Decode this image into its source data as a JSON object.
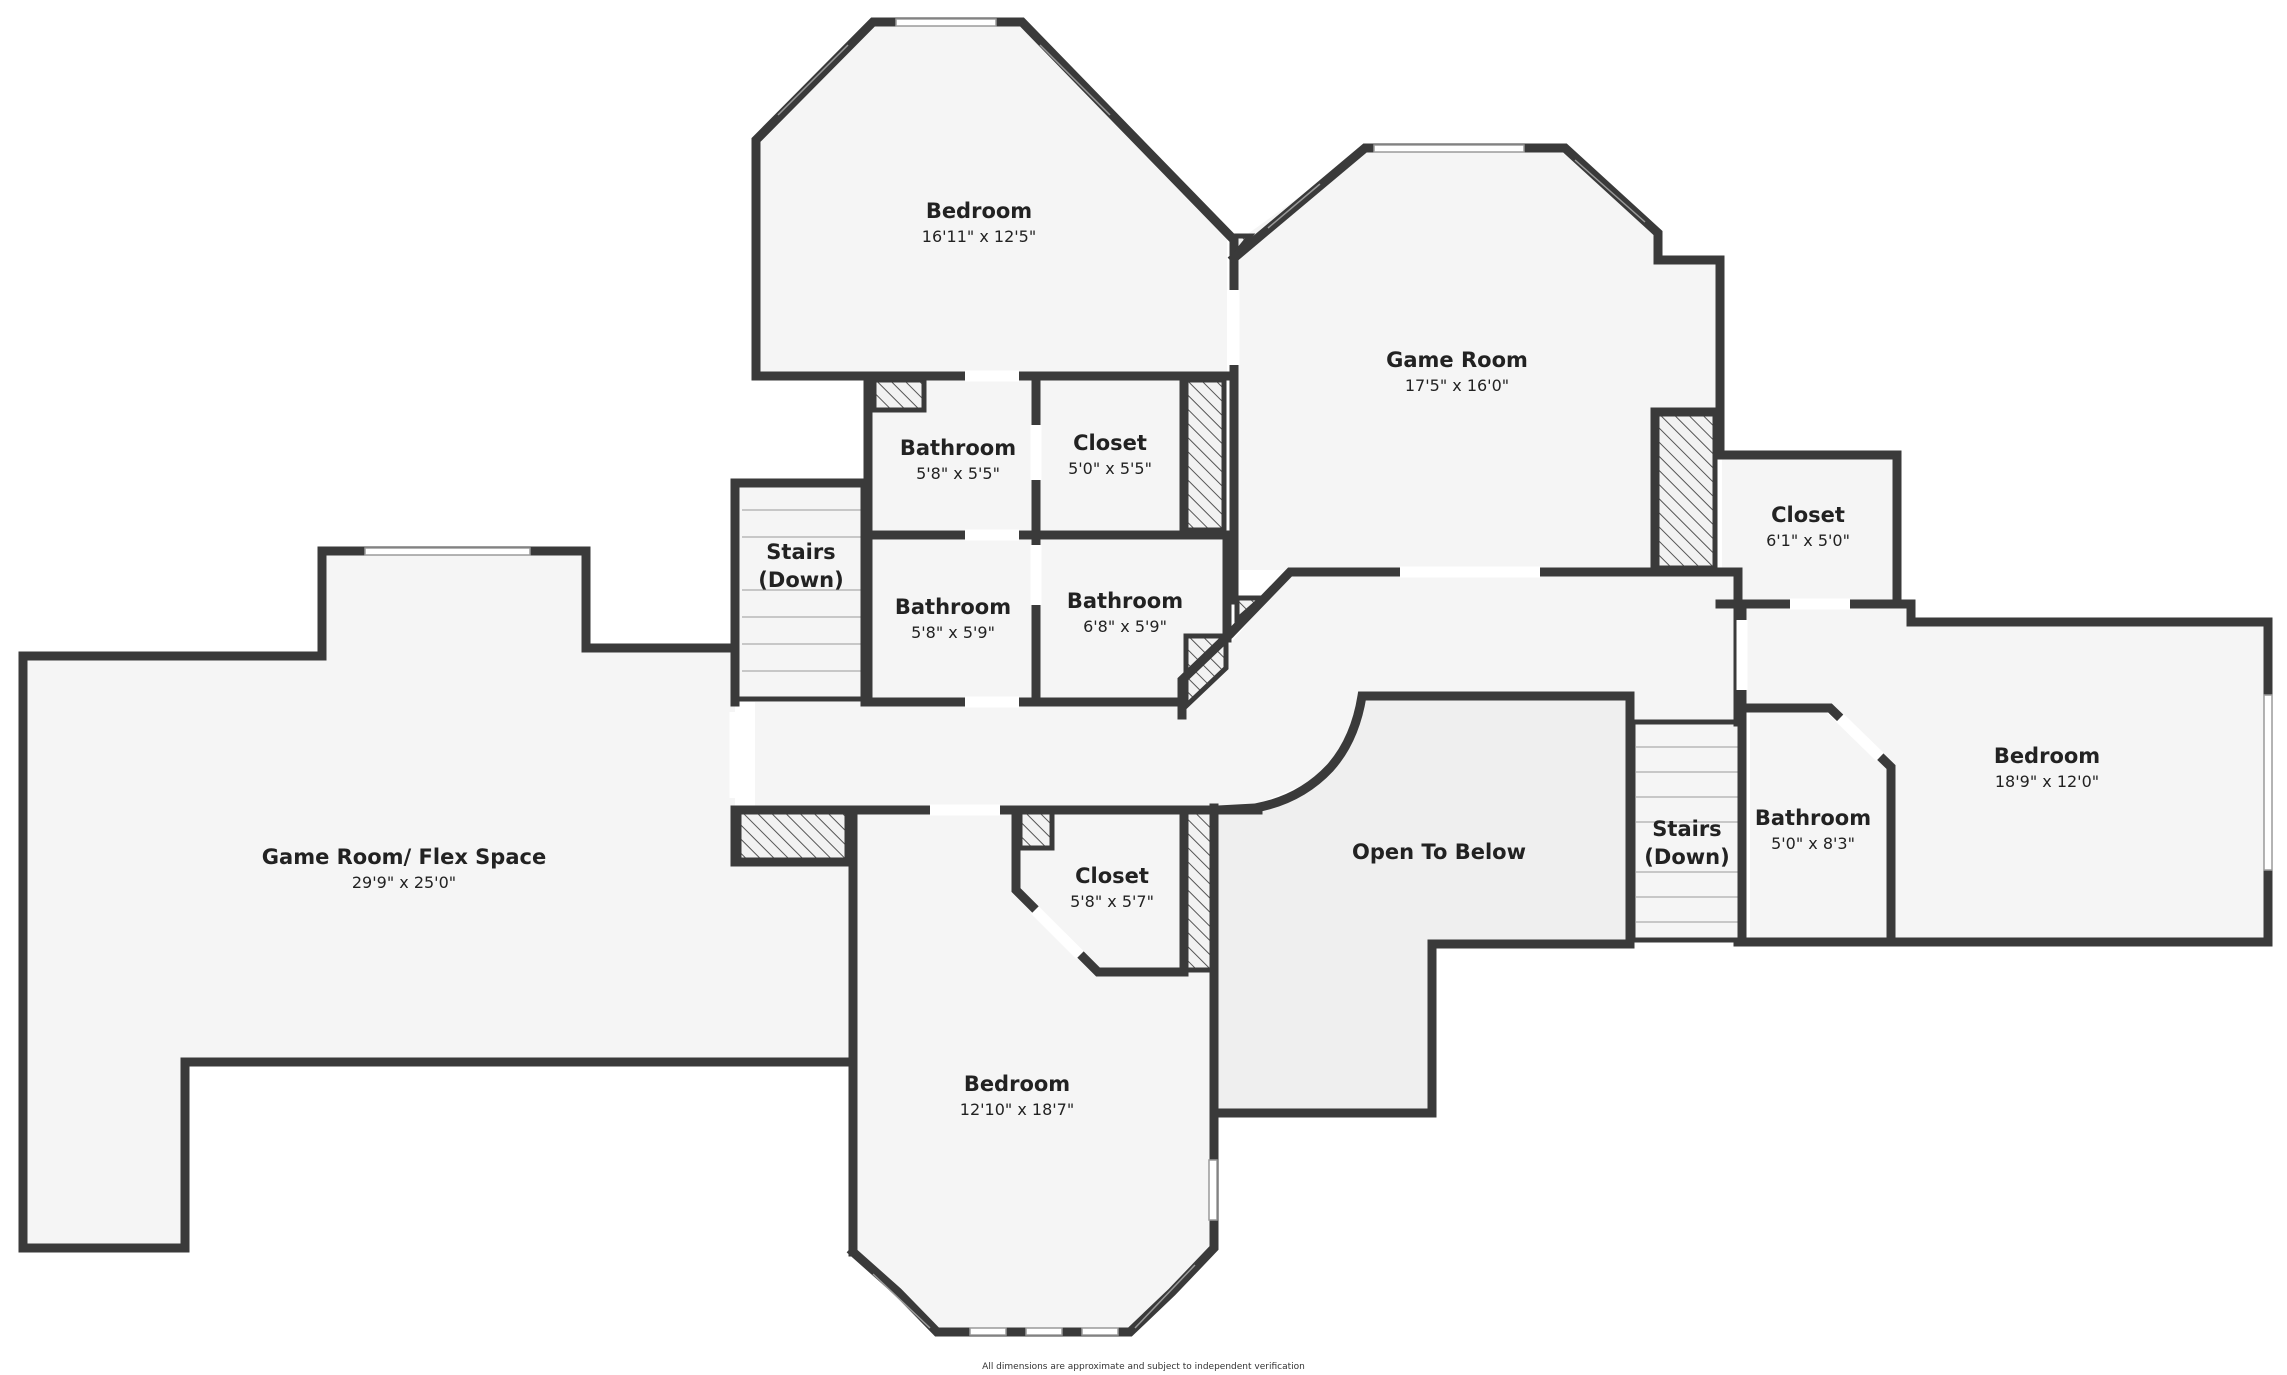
{
  "rooms": [
    {
      "id": "bedroom-top",
      "name": "Bedroom",
      "dims": "16'11\" x 12'5\""
    },
    {
      "id": "game-room",
      "name": "Game Room",
      "dims": "17'5\" x 16'0\""
    },
    {
      "id": "bathroom-1",
      "name": "Bathroom",
      "dims": "5'8\" x 5'5\""
    },
    {
      "id": "closet-1",
      "name": "Closet",
      "dims": "5'0\" x 5'5\""
    },
    {
      "id": "closet-2",
      "name": "Closet",
      "dims": "6'1\" x 5'0\""
    },
    {
      "id": "stairs-left",
      "name": "Stairs",
      "name2": "(Down)"
    },
    {
      "id": "bathroom-2",
      "name": "Bathroom",
      "dims": "5'8\" x 5'9\""
    },
    {
      "id": "bathroom-3",
      "name": "Bathroom",
      "dims": "6'8\" x 5'9\""
    },
    {
      "id": "bedroom-right",
      "name": "Bedroom",
      "dims": "18'9\" x 12'0\""
    },
    {
      "id": "game-flex",
      "name": "Game Room/ Flex Space",
      "dims": "29'9\" x 25'0\""
    },
    {
      "id": "open-below",
      "name": "Open To Below"
    },
    {
      "id": "stairs-right",
      "name": "Stairs",
      "name2": "(Down)"
    },
    {
      "id": "bathroom-4",
      "name": "Bathroom",
      "dims": "5'0\" x 8'3\""
    },
    {
      "id": "closet-3",
      "name": "Closet",
      "dims": "5'8\" x 5'7\""
    },
    {
      "id": "bedroom-bottom",
      "name": "Bedroom",
      "dims": "12'10\" x 18'7\""
    }
  ],
  "disclaimer": "All dimensions are approximate and subject to independent verification"
}
